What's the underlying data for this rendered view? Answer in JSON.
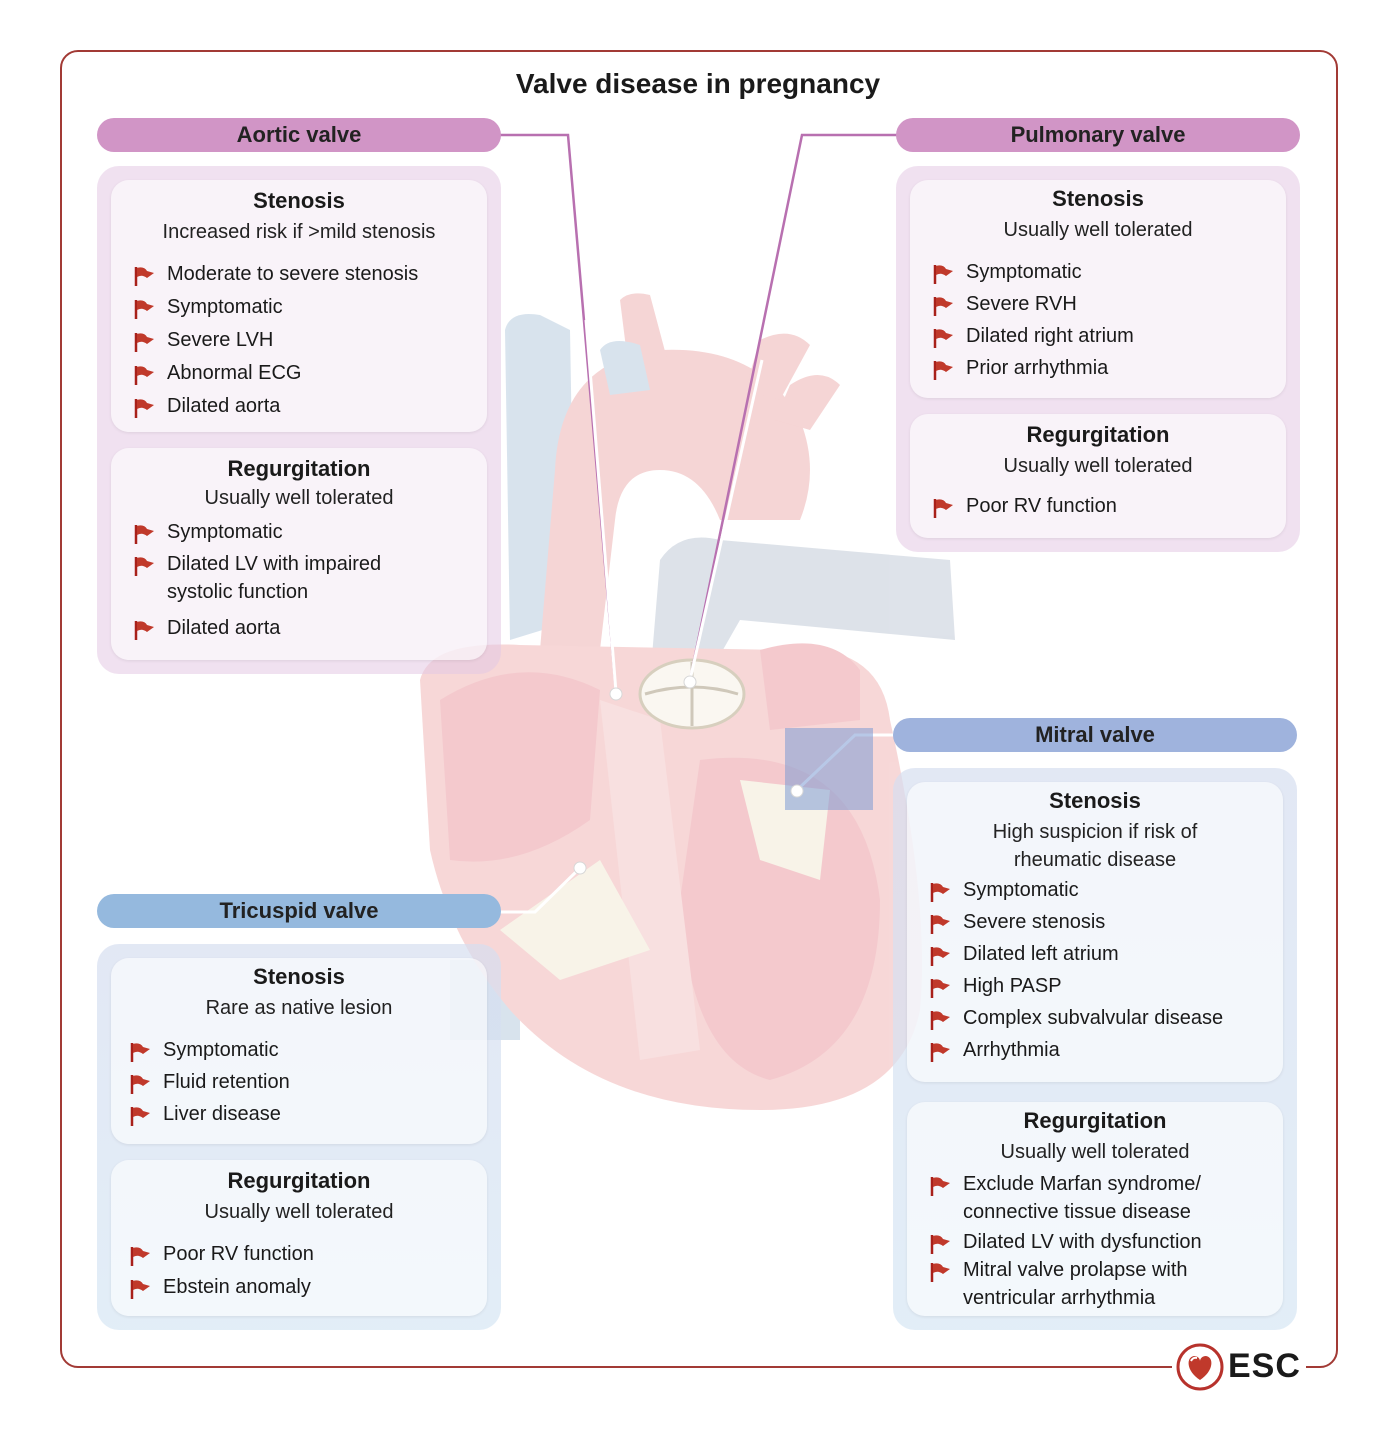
{
  "title": "Valve disease in pregnancy",
  "colors": {
    "frame": "#a23a35",
    "pink": "#d195c6",
    "blue": "#95b9de",
    "flag": "#c0392b"
  },
  "aortic": {
    "label": "Aortic valve",
    "stenosis": {
      "heading": "Stenosis",
      "sub": "Increased risk if >mild stenosis",
      "items": [
        "Moderate to severe stenosis",
        "Symptomatic",
        "Severe LVH",
        "Abnormal ECG",
        "Dilated aorta"
      ]
    },
    "regurgitation": {
      "heading": "Regurgitation",
      "sub": "Usually well tolerated",
      "items": [
        "Symptomatic",
        "Dilated LV with impaired systolic function",
        "Dilated aorta"
      ]
    }
  },
  "pulmonary": {
    "label": "Pulmonary valve",
    "stenosis": {
      "heading": "Stenosis",
      "sub": "Usually well tolerated",
      "items": [
        "Symptomatic",
        "Severe RVH",
        "Dilated right atrium",
        "Prior arrhythmia"
      ]
    },
    "regurgitation": {
      "heading": "Regurgitation",
      "sub": "Usually well tolerated",
      "items": [
        "Poor RV function"
      ]
    }
  },
  "mitral": {
    "label": "Mitral valve",
    "stenosis": {
      "heading": "Stenosis",
      "sub": "High suspicion if risk of rheumatic disease",
      "items": [
        "Symptomatic",
        "Severe stenosis",
        "Dilated left atrium",
        "High PASP",
        "Complex subvalvular disease",
        "Arrhythmia"
      ]
    },
    "regurgitation": {
      "heading": "Regurgitation",
      "sub": "Usually well tolerated",
      "items": [
        "Exclude Marfan syndrome/ connective tissue disease",
        "Dilated LV with dysfunction",
        "Mitral valve prolapse with ventricular arrhythmia"
      ]
    }
  },
  "tricuspid": {
    "label": "Tricuspid valve",
    "stenosis": {
      "heading": "Stenosis",
      "sub": "Rare as native lesion",
      "items": [
        "Symptomatic",
        "Fluid retention",
        "Liver disease"
      ]
    },
    "regurgitation": {
      "heading": "Regurgitation",
      "sub": "Usually well tolerated",
      "items": [
        "Poor RV function",
        "Ebstein anomaly"
      ]
    }
  },
  "logo": {
    "text": "ESC",
    "icon": "heart-logo-icon"
  }
}
